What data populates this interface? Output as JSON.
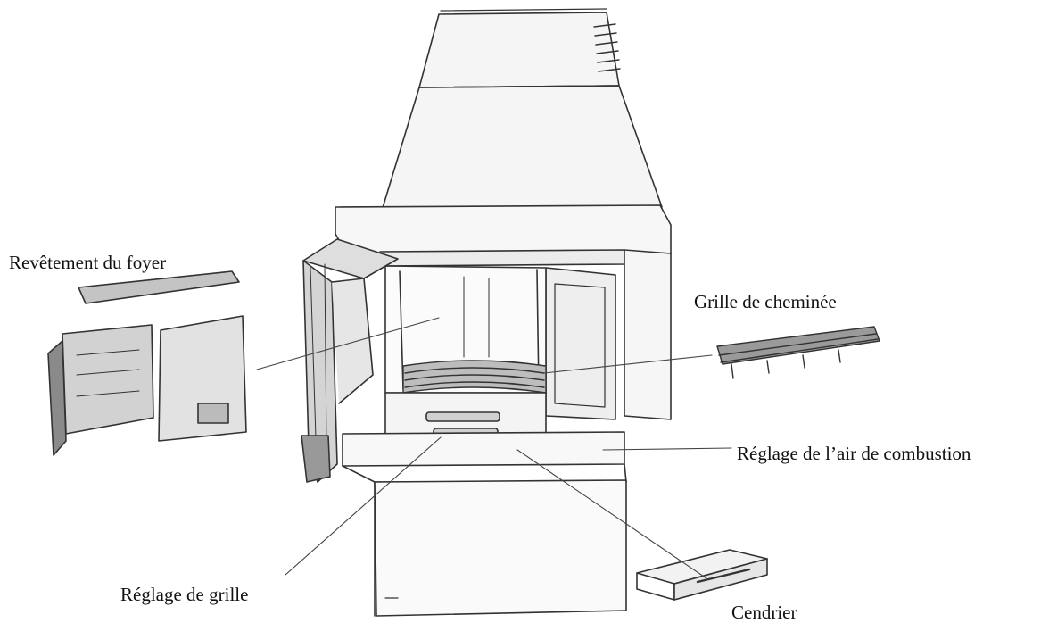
{
  "labels": {
    "revetement": "Revêtement du foyer",
    "grille_cheminee": "Grille de cheminée",
    "air_combustion": "Réglage de l’air de combustion",
    "reglage_grille": "Réglage de grille",
    "cendrier": "Cendrier"
  },
  "colors": {
    "line": "#333333",
    "fill_light": "#f2f2f2",
    "fill_mid": "#c8c8c8",
    "fill_dark": "#8a8a8a"
  }
}
